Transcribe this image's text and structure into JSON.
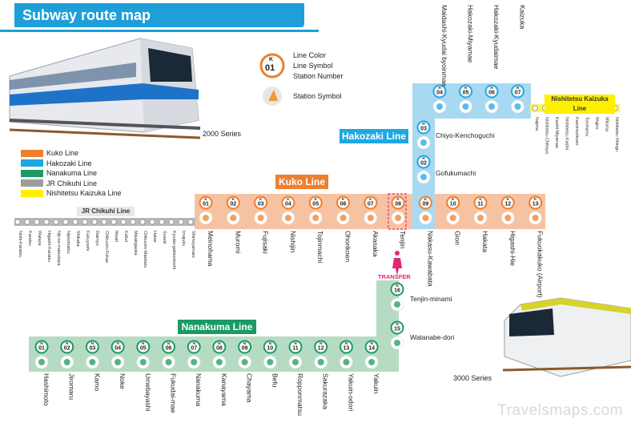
{
  "title": "Subway route map",
  "legend": [
    {
      "label": "Kuko Line",
      "color": "#ef7f2f"
    },
    {
      "label": "Hakozaki Line",
      "color": "#1fa7e1"
    },
    {
      "label": "Nanakuma Line",
      "color": "#1b9a63"
    },
    {
      "label": "JR Chikuhi Line",
      "color": "#9c9c9c"
    },
    {
      "label": "Nishitetsu Kaizuka Line",
      "color": "#fff000"
    }
  ],
  "key": {
    "line_color": "Line Color",
    "line_symbol": "Line Symbol",
    "station_number": "Station Number",
    "station_symbol": "Station Symbol",
    "example_symbol": "K",
    "example_number": "01"
  },
  "captions": {
    "series_2000": "2000 Series",
    "series_3000": "3000 Series",
    "transfer": "TRANSFER",
    "watermark": "Travelsmaps.com"
  },
  "lines": {
    "kuko": {
      "label": "Kuko Line",
      "color": "#ef7f2f",
      "band": "#f6c3a2",
      "stations": [
        {
          "code": "K",
          "num": "01",
          "name": "Meinohama"
        },
        {
          "code": "K",
          "num": "02",
          "name": "Muromi"
        },
        {
          "code": "K",
          "num": "03",
          "name": "Fujisaki"
        },
        {
          "code": "K",
          "num": "04",
          "name": "Nishijin"
        },
        {
          "code": "K",
          "num": "05",
          "name": "Tojinmachi"
        },
        {
          "code": "K",
          "num": "06",
          "name": "Ohorikoen"
        },
        {
          "code": "K",
          "num": "07",
          "name": "Akasaka"
        },
        {
          "code": "K",
          "num": "08",
          "name": "Tenjin"
        },
        {
          "code": "K",
          "num": "09",
          "name": "Nakasu-Kawabata"
        },
        {
          "code": "K",
          "num": "10",
          "name": "Gion"
        },
        {
          "code": "K",
          "num": "11",
          "name": "Hakata"
        },
        {
          "code": "K",
          "num": "12",
          "name": "Higashi-Hie"
        },
        {
          "code": "K",
          "num": "13",
          "name": "Fukuokakuko (Airport)"
        }
      ]
    },
    "hakozaki": {
      "label": "Hakozaki Line",
      "color": "#1fa7e1",
      "band": "#a8d9f2",
      "stations": [
        {
          "code": "H",
          "num": "02",
          "name": "Gofukumachi"
        },
        {
          "code": "H",
          "num": "03",
          "name": "Chiyo-Kenchoguchi"
        },
        {
          "code": "H",
          "num": "04",
          "name": "Maidashi-Kyudai byoinmae"
        },
        {
          "code": "H",
          "num": "05",
          "name": "Hakozaki-Miyamae"
        },
        {
          "code": "H",
          "num": "06",
          "name": "Hakozaki-Kyudaimae"
        },
        {
          "code": "H",
          "num": "07",
          "name": "Kaizuka"
        }
      ]
    },
    "nanakuma": {
      "label": "Nanakuma Line",
      "color": "#1b9a63",
      "band": "#b5dcc3",
      "stations": [
        {
          "code": "N",
          "num": "01",
          "name": "Hashimoto"
        },
        {
          "code": "N",
          "num": "02",
          "name": "Jiromaru"
        },
        {
          "code": "N",
          "num": "03",
          "name": "Kamo"
        },
        {
          "code": "N",
          "num": "04",
          "name": "Noke"
        },
        {
          "code": "N",
          "num": "05",
          "name": "Umebayashi"
        },
        {
          "code": "N",
          "num": "06",
          "name": "Fukudai-mae"
        },
        {
          "code": "N",
          "num": "07",
          "name": "Nanakuma"
        },
        {
          "code": "N",
          "num": "08",
          "name": "Kanayama"
        },
        {
          "code": "N",
          "num": "09",
          "name": "Chayama"
        },
        {
          "code": "N",
          "num": "10",
          "name": "Befu"
        },
        {
          "code": "N",
          "num": "11",
          "name": "Ropponmatsu"
        },
        {
          "code": "N",
          "num": "12",
          "name": "Sakurazaka"
        },
        {
          "code": "N",
          "num": "13",
          "name": "Yakuin-odori"
        },
        {
          "code": "N",
          "num": "14",
          "name": "Yakuin"
        },
        {
          "code": "N",
          "num": "15",
          "name": "Watanabe-dori"
        },
        {
          "code": "N",
          "num": "16",
          "name": "Tenjin-minami"
        }
      ]
    },
    "jr_chikuhi": {
      "label": "JR Chikuhi Line",
      "stations": [
        "Shimoyamato",
        "Imajuku",
        "Kyudai-gakkentoshi",
        "Suseki",
        "Hatae",
        "Chikuzen-Maebaru",
        "Misakigaoka",
        "Kafuri",
        "Ikisan",
        "Chikuzen-Fukae",
        "Daimyo",
        "Fukuyoshi",
        "Shikaka",
        "Nijinomatsu",
        "Niji-no-matsubara",
        "Higashi-Karatsu",
        "Wataza",
        "Karatsu",
        "Nishi-Karatsu"
      ]
    },
    "nishitetsu": {
      "label": "Nishitetsu Kaizuka Line",
      "stations": [
        "Najima",
        "Nishitetsu-Chihaya",
        "Kashii-Miyamae",
        "Nishitetsu-Kashii",
        "Kaerimorikoen",
        "Torohamu",
        "Wajiro",
        "Mitoma",
        "Nishitetsu-Shingu"
      ]
    }
  }
}
